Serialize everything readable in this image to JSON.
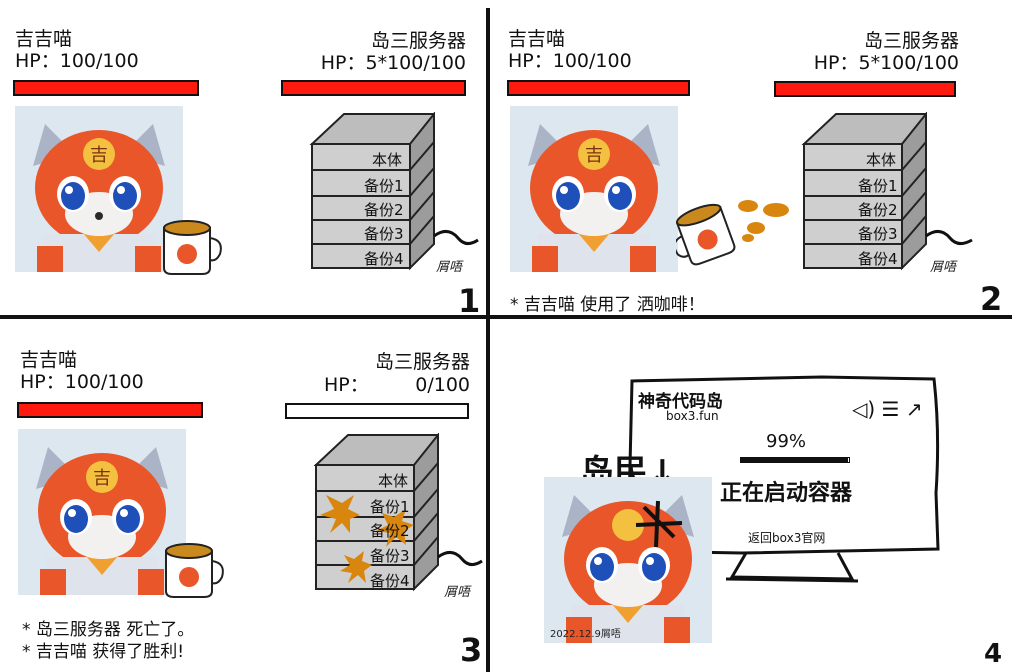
{
  "panels": [
    {
      "player_name": "吉吉喵",
      "player_hp": "HP：100/100",
      "enemy_name": "岛三服务器",
      "enemy_hp": "HP：5*100/100",
      "server_rows": [
        "本体",
        "备份1",
        "备份2",
        "备份3",
        "备份4"
      ],
      "signature": "屑唔",
      "number": "1"
    },
    {
      "player_name": "吉吉喵",
      "player_hp": "HP：100/100",
      "enemy_name": "岛三服务器",
      "enemy_hp": "HP：5*100/100",
      "server_rows": [
        "本体",
        "备份1",
        "备份2",
        "备份3",
        "备份4"
      ],
      "signature": "屑唔",
      "message": "* 吉吉喵 使用了 洒咖啡！",
      "number": "2"
    },
    {
      "player_name": "吉吉喵",
      "player_hp": "HP：100/100",
      "enemy_name": "岛三服务器",
      "enemy_hp_label": "HP：",
      "enemy_hp_value": "0/100",
      "server_rows": [
        "本体",
        "备份1",
        "备份2",
        "备份3",
        "备份4"
      ],
      "signature": "屑唔",
      "message_line1": "* 岛三服务器 死亡了。",
      "message_line2": "* 吉吉喵 获得了胜利!",
      "number": "3"
    },
    {
      "monitor_logo": "神奇代码岛",
      "monitor_url": "box3.fun",
      "progress_text": "99%",
      "progress_fraction": 0.99,
      "status_text": "正在启动容器",
      "footer_text": "返回box3官网",
      "crowd_text": "岛民↓",
      "date_signature": "2022.12.9屑唔",
      "number": "4"
    }
  ],
  "colors": {
    "hp_red": "#ff1a10",
    "coffee": "#d9860f",
    "server_gray": "#c8c8c8"
  }
}
